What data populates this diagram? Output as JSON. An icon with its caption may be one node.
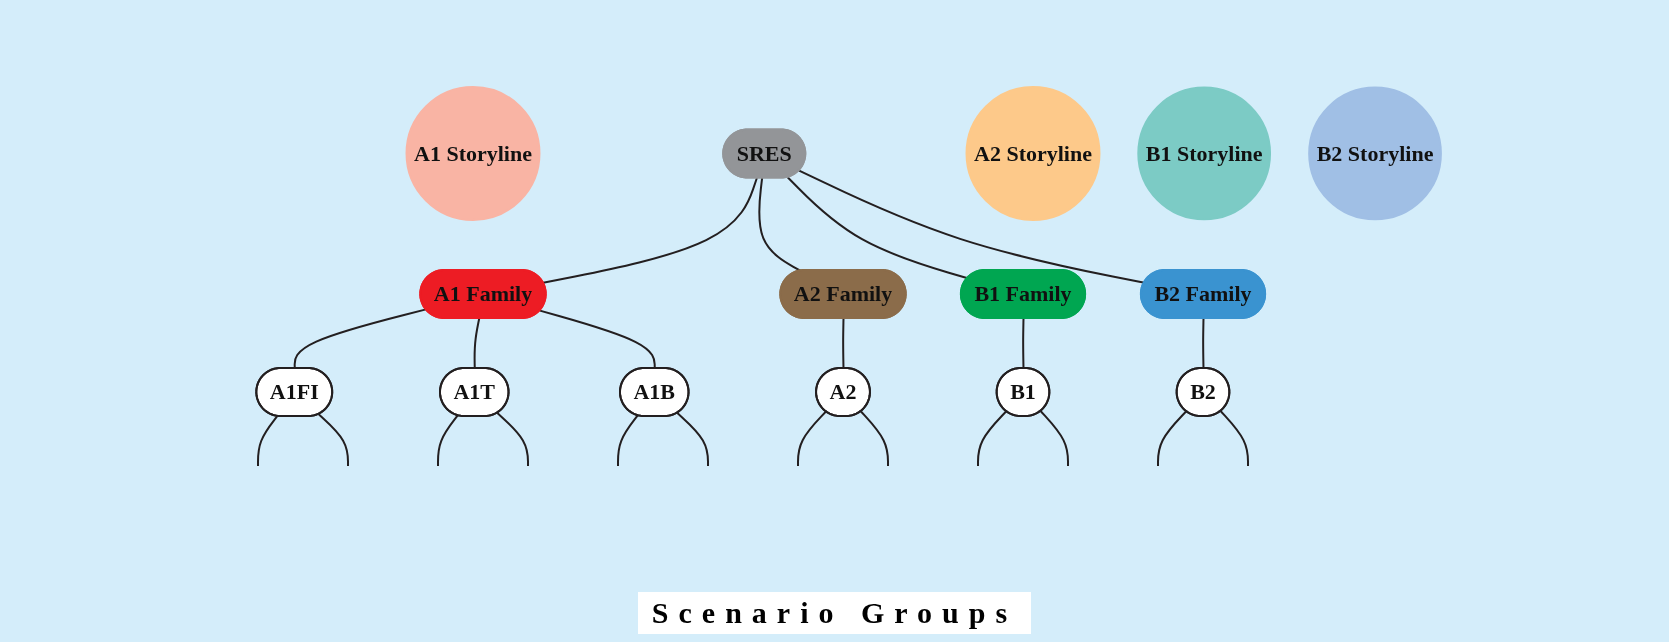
{
  "diagram": {
    "nodes": [
      {
        "text": [
          "SRES"
        ]
      },
      {
        "text": [
          "A1 Storyline"
        ]
      },
      {
        "text": [
          "A2 Storyline"
        ]
      },
      {
        "text": [
          "B1 Storyline"
        ]
      },
      {
        "text": [
          "B2 Storyline"
        ]
      },
      {
        "text": [
          "A1 Family"
        ]
      },
      {
        "text": [
          "A2 Family"
        ]
      },
      {
        "text": [
          "B1 Family"
        ]
      },
      {
        "text": [
          "B2 Family"
        ]
      },
      {
        "text": [
          "A1FI"
        ]
      },
      {
        "text": [
          "A1T"
        ]
      },
      {
        "text": [
          "A1B"
        ]
      },
      {
        "text": [
          "A2"
        ]
      },
      {
        "text": [
          "B1"
        ]
      },
      {
        "text": [
          "B2"
        ]
      }
    ],
    "edges": [
      {
        "from": 0,
        "to": 5,
        "arrow": "none"
      },
      {
        "from": 0,
        "to": 6,
        "arrow": "none"
      },
      {
        "from": 0,
        "to": 7,
        "arrow": "none"
      },
      {
        "from": 0,
        "to": 8,
        "arrow": "none"
      },
      {
        "from": 5,
        "to": 9,
        "arrow": "none"
      },
      {
        "from": 5,
        "to": 10,
        "arrow": "none"
      },
      {
        "from": 5,
        "to": 11,
        "arrow": "none"
      },
      {
        "from": 6,
        "to": 12,
        "arrow": "none"
      },
      {
        "from": 7,
        "to": 13,
        "arrow": "none"
      },
      {
        "from": 8,
        "to": 14,
        "arrow": "none"
      },
      {
        "from": 9,
        "to": null,
        "arrow": "none"
      },
      {
        "from": 9,
        "to": null,
        "arrow": "none"
      },
      {
        "from": 10,
        "to": null,
        "arrow": "none"
      },
      {
        "from": 10,
        "to": null,
        "arrow": "none"
      },
      {
        "from": 11,
        "to": null,
        "arrow": "none"
      },
      {
        "from": 11,
        "to": null,
        "arrow": "none"
      },
      {
        "from": 12,
        "to": null,
        "arrow": "none"
      },
      {
        "from": 12,
        "to": null,
        "arrow": "none"
      },
      {
        "from": 13,
        "to": null,
        "arrow": "none"
      },
      {
        "from": 13,
        "to": null,
        "arrow": "none"
      },
      {
        "from": 14,
        "to": null,
        "arrow": "none"
      },
      {
        "from": 14,
        "to": null,
        "arrow": "none"
      }
    ],
    "labels": [
      "Scenario Groups"
    ]
  }
}
